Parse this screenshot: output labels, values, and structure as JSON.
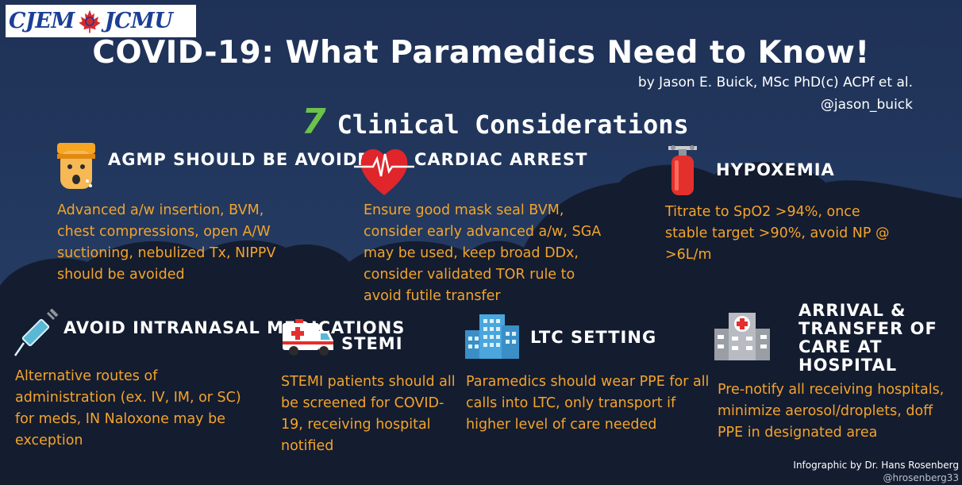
{
  "logo": {
    "left": "CJEM",
    "right": "JCMU"
  },
  "title": "COVID-19: What Paramedics Need to Know!",
  "byline": {
    "author": "by Jason E. Buick, MSc PhD(c) ACPf et al.",
    "handle": "@jason_buick"
  },
  "subheading": {
    "number": "7",
    "text": "Clinical Considerations"
  },
  "considerations": [
    {
      "heading": "AGMP should be avoided",
      "icon": "face-mask-icon",
      "text": "Advanced a/w insertion, BVM, chest compressions, open A/W suctioning, nebulized Tx, NIPPV should be avoided"
    },
    {
      "heading": "Cardiac Arrest",
      "icon": "heart-ecg-icon",
      "text": "Ensure good mask seal BVM, consider early advanced a/w, SGA may be used, keep broad DDx, consider validated TOR rule to avoid futile transfer"
    },
    {
      "heading": "Hypoxemia",
      "icon": "oxygen-tank-icon",
      "text": "Titrate to SpO2 >94%, once stable target >90%, avoid NP @ >6L/m"
    },
    {
      "heading": "Avoid Intranasal Medications",
      "icon": "syringe-icon",
      "text": "Alternative routes of administration (ex. IV, IM, or SC) for meds, IN Naloxone may be exception"
    },
    {
      "heading": "STEMI",
      "icon": "ambulance-icon",
      "text": "STEMI patients should all be screened for COVID-19, receiving hospital notified"
    },
    {
      "heading": "LTC Setting",
      "icon": "building-icon",
      "text": "Paramedics should wear PPE for all calls into LTC, only transport if higher level of care needed"
    },
    {
      "heading": "Arrival & Transfer of Care at Hospital",
      "icon": "hospital-icon",
      "text": "Pre-notify all receiving hospitals, minimize aerosol/droplets, doff PPE in designated area"
    }
  ],
  "credit": {
    "text": "Infographic by Dr. Hans Rosenberg",
    "handle": "@hrosenberg33"
  },
  "colors": {
    "background": "#23395f",
    "clouds": "#141c2f",
    "body_text": "#f3a42c",
    "accent_green": "#6cc24a",
    "logo_blue": "#1b3f94"
  }
}
